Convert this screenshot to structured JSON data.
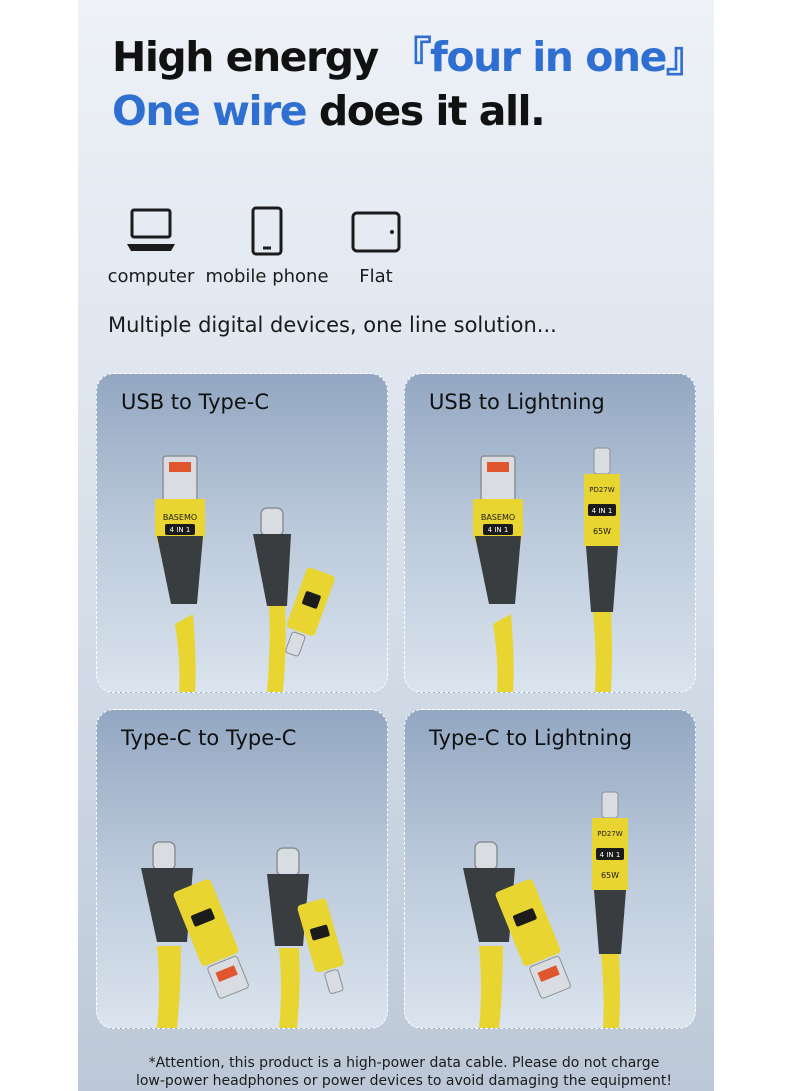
{
  "headline": {
    "line1_a": "High energy",
    "line1_b": "『four in one』",
    "line2_a": "One wire",
    "line2_b": " does it all."
  },
  "devices": [
    {
      "label": "computer",
      "icon": "laptop-icon"
    },
    {
      "label": "mobile phone",
      "icon": "phone-icon"
    },
    {
      "label": "Flat",
      "icon": "tablet-icon"
    }
  ],
  "tagline": "Multiple digital devices, one line solution...",
  "cards": [
    {
      "title": "USB to Type-C"
    },
    {
      "title": "USB to Lightning"
    },
    {
      "title": "Type-C to Type-C"
    },
    {
      "title": "Type-C to Lightning"
    }
  ],
  "cable_labels": {
    "brand": "BASEMO",
    "four_in_one": "4 IN 1",
    "pd": "PD27W",
    "watt": "65W"
  },
  "notice": {
    "line1": "*Attention,  this product is a high-power data cable. Please do not charge",
    "line2": "low-power headphones or power devices to avoid damaging the equipment!"
  },
  "colors": {
    "accent_blue": "#2f6fd2",
    "cable_yellow": "#e9d531",
    "connector_gray": "#3a3d40"
  }
}
